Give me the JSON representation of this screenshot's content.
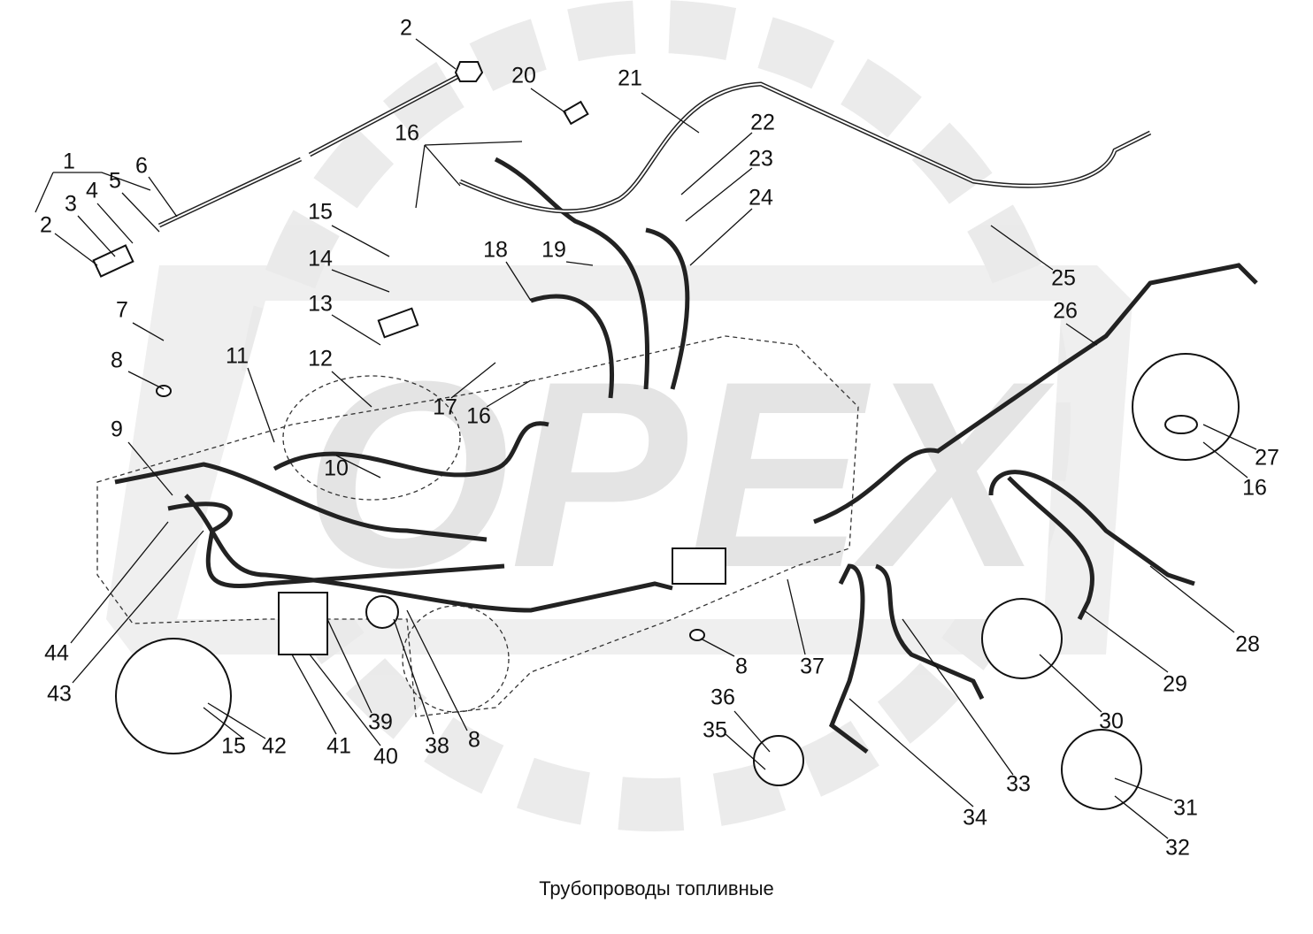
{
  "title": "Трубопроводы топливные",
  "labels": [
    "2",
    "20",
    "21",
    "16",
    "1",
    "6",
    "5",
    "4",
    "3",
    "2",
    "22",
    "23",
    "24",
    "15",
    "14",
    "25",
    "18",
    "19",
    "13",
    "7",
    "26",
    "8",
    "12",
    "11",
    "17",
    "16",
    "9",
    "27",
    "16",
    "10",
    "44",
    "43",
    "28",
    "8",
    "37",
    "29",
    "36",
    "30",
    "35",
    "15",
    "42",
    "41",
    "40",
    "39",
    "38",
    "8",
    "33",
    "31",
    "34",
    "32"
  ],
  "colors": {
    "watermark": "#c8c8c8",
    "line": "#111111"
  }
}
